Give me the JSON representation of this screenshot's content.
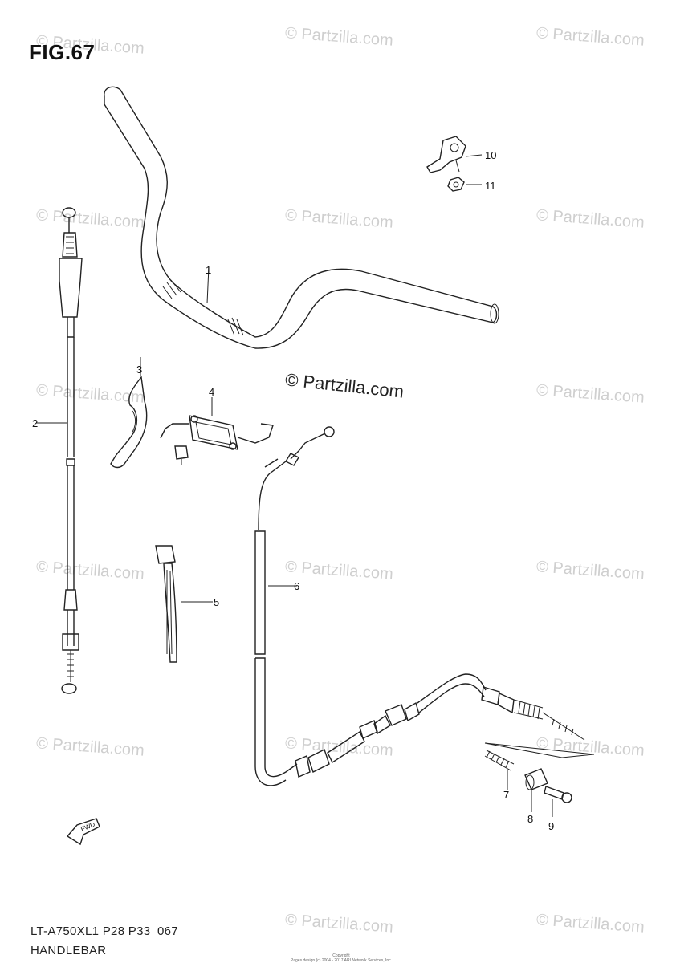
{
  "figure": {
    "title": "FIG.67",
    "model_code": "LT-A750XL1 P28 P33_067",
    "section_name": "HANDLEBAR",
    "fwd_label": "FWD",
    "copyright_line1": "Copyright",
    "copyright_line2": "Pages design (c) 2004 - 2017 ARI Network Services, Inc."
  },
  "watermark": {
    "text": "© Partzilla.com",
    "featured_text": "© Partzilla.com"
  },
  "callouts": [
    {
      "number": "1",
      "part": "handlebar"
    },
    {
      "number": "2",
      "part": "throttle-cable"
    },
    {
      "number": "3",
      "part": "clip"
    },
    {
      "number": "4",
      "part": "bracket"
    },
    {
      "number": "5",
      "part": "cable-tie"
    },
    {
      "number": "6",
      "part": "brake-cable"
    },
    {
      "number": "7",
      "part": "spring"
    },
    {
      "number": "8",
      "part": "joint"
    },
    {
      "number": "9",
      "part": "pin"
    },
    {
      "number": "10",
      "part": "lever-holder"
    },
    {
      "number": "11",
      "part": "nut"
    }
  ],
  "colors": {
    "line": "#222222",
    "watermark": "#cfcfcf",
    "background": "#ffffff"
  }
}
